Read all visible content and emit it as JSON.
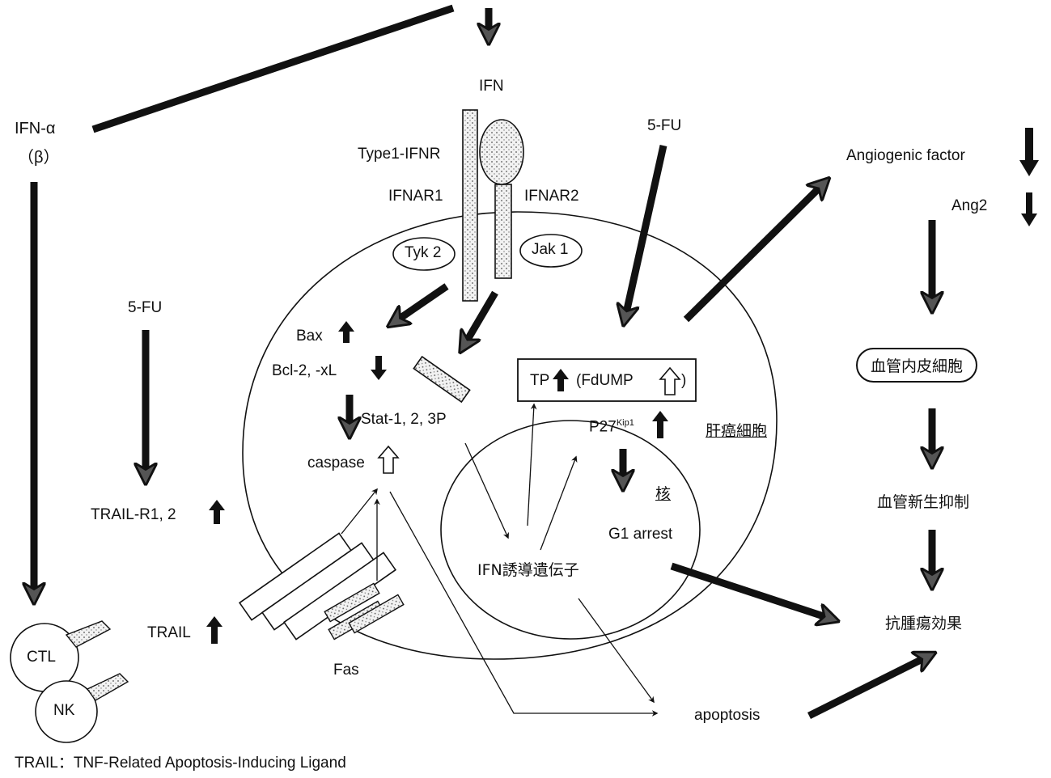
{
  "labels": {
    "ifn_top": "IFN",
    "ifn_alpha": "IFN-α",
    "ifn_beta": "（β）",
    "type1_ifnr": "Type1-IFNR",
    "ifnar1": "IFNAR1",
    "ifnar2": "IFNAR2",
    "tyk2": "Tyk 2",
    "jak1": "Jak 1",
    "fu_left": "5-FU",
    "fu_center": "5-FU",
    "bax": "Bax",
    "bcl2": "Bcl-2, -xL",
    "stat": "Stat-1, 2, 3P",
    "caspase": "caspase",
    "tp_fdump": "TP",
    "fdump": "(FdUMP",
    "p27": "P27",
    "p27_sup": "Kip1",
    "hepatoma": "肝癌細胞",
    "nucleus": "核",
    "g1_arrest": "G1 arrest",
    "ifn_genes": "IFN誘導遺伝子",
    "trail_r": "TRAIL-R1, 2",
    "trail": "TRAIL",
    "fas": "Fas",
    "ctl": "CTL",
    "nk": "NK",
    "apoptosis": "apoptosis",
    "angiogenic": "Angiogenic factor",
    "ang2": "Ang2",
    "endothelial": "血管内皮細胞",
    "angio_inhibit": "血管新生抑制",
    "antitumor": "抗腫瘍効果"
  },
  "footnote": "TRAIL：TNF-Related Apoptosis-Inducing Ligand"
}
